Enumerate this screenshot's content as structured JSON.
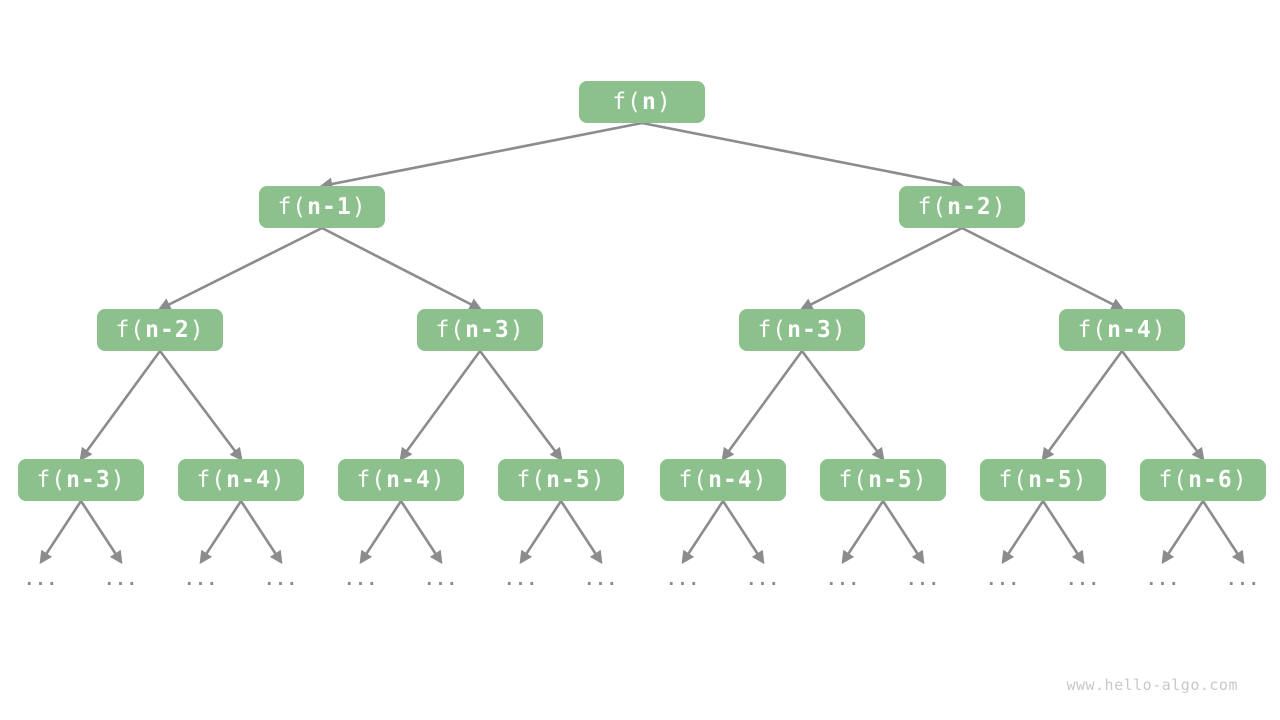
{
  "colors": {
    "node_fill": "#8cc08c",
    "node_text": "#ffffff",
    "edge": "#8c8c8c",
    "watermark": "#c8c8c8"
  },
  "tree": {
    "levels": [
      {
        "nodes": [
          {
            "label": "f(n)",
            "pre": "f(",
            "arg": "n",
            "post": ")"
          }
        ]
      },
      {
        "nodes": [
          {
            "label": "f(n-1)",
            "pre": "f(",
            "arg": "n-1",
            "post": ")"
          },
          {
            "label": "f(n-2)",
            "pre": "f(",
            "arg": "n-2",
            "post": ")"
          }
        ]
      },
      {
        "nodes": [
          {
            "label": "f(n-2)",
            "pre": "f(",
            "arg": "n-2",
            "post": ")"
          },
          {
            "label": "f(n-3)",
            "pre": "f(",
            "arg": "n-3",
            "post": ")"
          },
          {
            "label": "f(n-3)",
            "pre": "f(",
            "arg": "n-3",
            "post": ")"
          },
          {
            "label": "f(n-4)",
            "pre": "f(",
            "arg": "n-4",
            "post": ")"
          }
        ]
      },
      {
        "nodes": [
          {
            "label": "f(n-3)",
            "pre": "f(",
            "arg": "n-3",
            "post": ")"
          },
          {
            "label": "f(n-4)",
            "pre": "f(",
            "arg": "n-4",
            "post": ")"
          },
          {
            "label": "f(n-4)",
            "pre": "f(",
            "arg": "n-4",
            "post": ")"
          },
          {
            "label": "f(n-5)",
            "pre": "f(",
            "arg": "n-5",
            "post": ")"
          },
          {
            "label": "f(n-4)",
            "pre": "f(",
            "arg": "n-4",
            "post": ")"
          },
          {
            "label": "f(n-5)",
            "pre": "f(",
            "arg": "n-5",
            "post": ")"
          },
          {
            "label": "f(n-5)",
            "pre": "f(",
            "arg": "n-5",
            "post": ")"
          },
          {
            "label": "f(n-6)",
            "pre": "f(",
            "arg": "n-6",
            "post": ")"
          }
        ]
      }
    ]
  },
  "ellipsis": "...",
  "footer": {
    "watermark": "www.hello-algo.com"
  }
}
